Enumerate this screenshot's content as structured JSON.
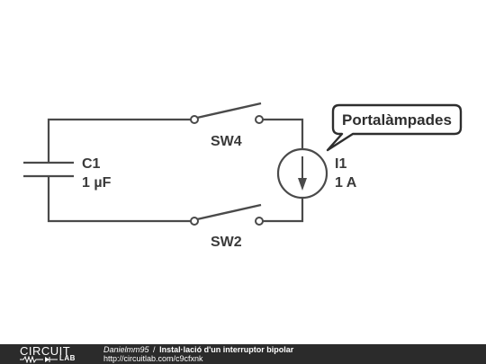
{
  "colors": {
    "wire": "#4a4a4a",
    "text": "#3a3a3a",
    "footer_bg": "#2b2b2b",
    "footer_text": "#ffffff"
  },
  "components": {
    "capacitor": {
      "name": "C1",
      "value": "1 µF"
    },
    "switch_top": {
      "name": "SW4"
    },
    "switch_bottom": {
      "name": "SW2"
    },
    "current_source": {
      "name": "I1",
      "value": "1 A"
    }
  },
  "callout": {
    "text": "Portalàmpades"
  },
  "footer": {
    "logo_top": "CIRCUIT",
    "logo_bottom": "LAB",
    "author": "Danielmm95",
    "separator": "/",
    "title": "Instal·lació d'un interruptor bipolar",
    "url": "http://circuitlab.com/c9cfxnk"
  }
}
